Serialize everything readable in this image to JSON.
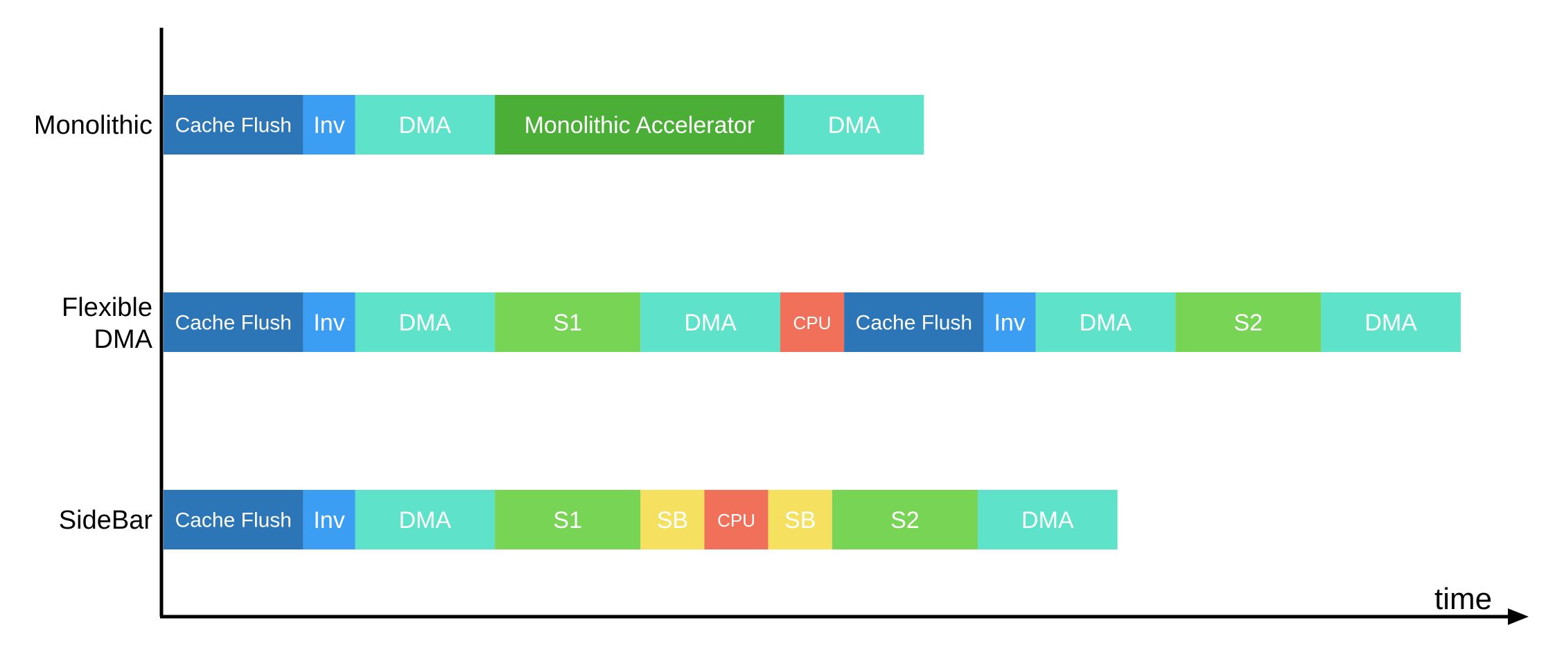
{
  "axis_label": "time",
  "colors": {
    "cache_flush": "#2C75B6",
    "inv": "#3C9EF2",
    "dma": "#5FE2CA",
    "accelerator": "#4BAF37",
    "stage": "#77D454",
    "cpu": "#F0705A",
    "sb": "#F5E15F"
  },
  "rows": [
    {
      "label_lines": [
        "Monolithic"
      ],
      "segments": [
        {
          "label": "Cache Flush",
          "kind": "cache_flush",
          "duration": 140
        },
        {
          "label": "Inv",
          "kind": "inv",
          "duration": 52
        },
        {
          "label": "DMA",
          "kind": "dma",
          "duration": 140
        },
        {
          "label": "Monolithic Accelerator",
          "kind": "accelerator",
          "duration": 290
        },
        {
          "label": "DMA",
          "kind": "dma",
          "duration": 140
        }
      ]
    },
    {
      "label_lines": [
        "Flexible",
        "DMA"
      ],
      "segments": [
        {
          "label": "Cache Flush",
          "kind": "cache_flush",
          "duration": 140
        },
        {
          "label": "Inv",
          "kind": "inv",
          "duration": 52
        },
        {
          "label": "DMA",
          "kind": "dma",
          "duration": 140
        },
        {
          "label": "S1",
          "kind": "stage",
          "duration": 146
        },
        {
          "label": "DMA",
          "kind": "dma",
          "duration": 140
        },
        {
          "label": "CPU",
          "kind": "cpu",
          "duration": 64
        },
        {
          "label": "Cache Flush",
          "kind": "cache_flush",
          "duration": 140
        },
        {
          "label": "Inv",
          "kind": "inv",
          "duration": 52
        },
        {
          "label": "DMA",
          "kind": "dma",
          "duration": 140
        },
        {
          "label": "S2",
          "kind": "stage",
          "duration": 146
        },
        {
          "label": "DMA",
          "kind": "dma",
          "duration": 140
        }
      ]
    },
    {
      "label_lines": [
        "SideBar"
      ],
      "segments": [
        {
          "label": "Cache Flush",
          "kind": "cache_flush",
          "duration": 140
        },
        {
          "label": "Inv",
          "kind": "inv",
          "duration": 52
        },
        {
          "label": "DMA",
          "kind": "dma",
          "duration": 140
        },
        {
          "label": "S1",
          "kind": "stage",
          "duration": 146
        },
        {
          "label": "SB",
          "kind": "sb",
          "duration": 64
        },
        {
          "label": "CPU",
          "kind": "cpu",
          "duration": 64
        },
        {
          "label": "SB",
          "kind": "sb",
          "duration": 64
        },
        {
          "label": "S2",
          "kind": "stage",
          "duration": 146
        },
        {
          "label": "DMA",
          "kind": "dma",
          "duration": 140
        }
      ]
    }
  ]
}
